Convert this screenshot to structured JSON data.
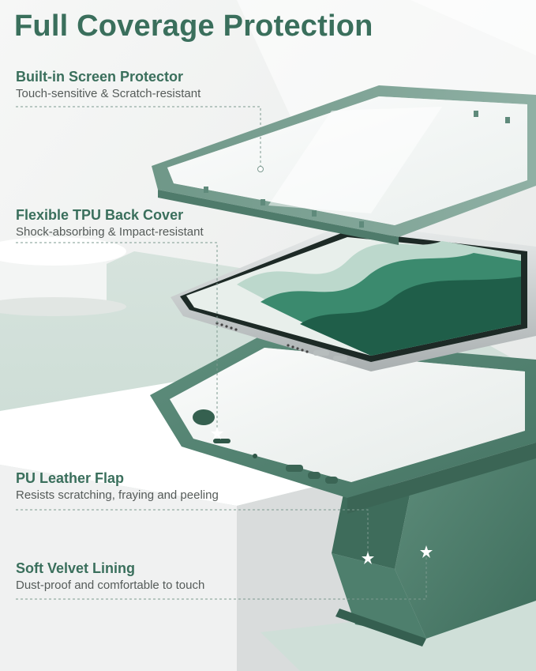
{
  "page": {
    "title": "Full Coverage Protection",
    "accent_color": "#3a6f5c",
    "product_color": "#4d7c6b"
  },
  "features": [
    {
      "title": "Built-in Screen Protector",
      "desc": "Touch-sensitive & Scratch-resistant"
    },
    {
      "title": "Flexible TPU Back Cover",
      "desc": "Shock-absorbing & Impact-resistant"
    },
    {
      "title": "PU Leather Flap",
      "desc": "Resists scratching, fraying and peeling"
    },
    {
      "title": "Soft Velvet Lining",
      "desc": "Dust-proof and comfortable to touch"
    }
  ],
  "icons": {
    "callout_marker": "white-dot",
    "star_marker": "white-star"
  }
}
